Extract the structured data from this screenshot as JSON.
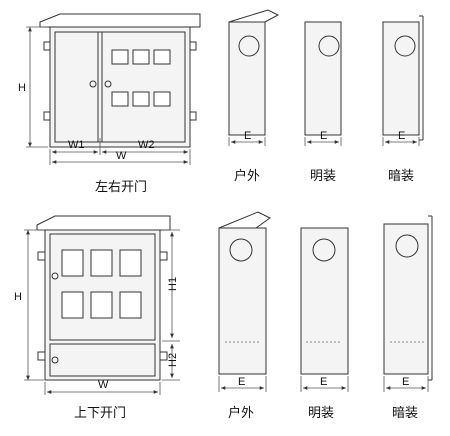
{
  "top_row": {
    "front": {
      "height_label": "H",
      "width1_label": "W1",
      "width2_label": "W2",
      "width_label": "W",
      "caption": "左右开门"
    },
    "side_views": [
      {
        "depth_label": "E",
        "caption": "户外"
      },
      {
        "depth_label": "E",
        "caption": "明装"
      },
      {
        "depth_label": "E",
        "caption": "暗装"
      }
    ]
  },
  "bottom_row": {
    "front": {
      "height_label": "H",
      "h1_label": "H1",
      "h2_label": "H2",
      "width_label": "W",
      "caption": "上下开门"
    },
    "side_views": [
      {
        "depth_label": "E",
        "caption": "户外"
      },
      {
        "depth_label": "E",
        "caption": "明装"
      },
      {
        "depth_label": "E",
        "caption": "暗装"
      }
    ]
  }
}
